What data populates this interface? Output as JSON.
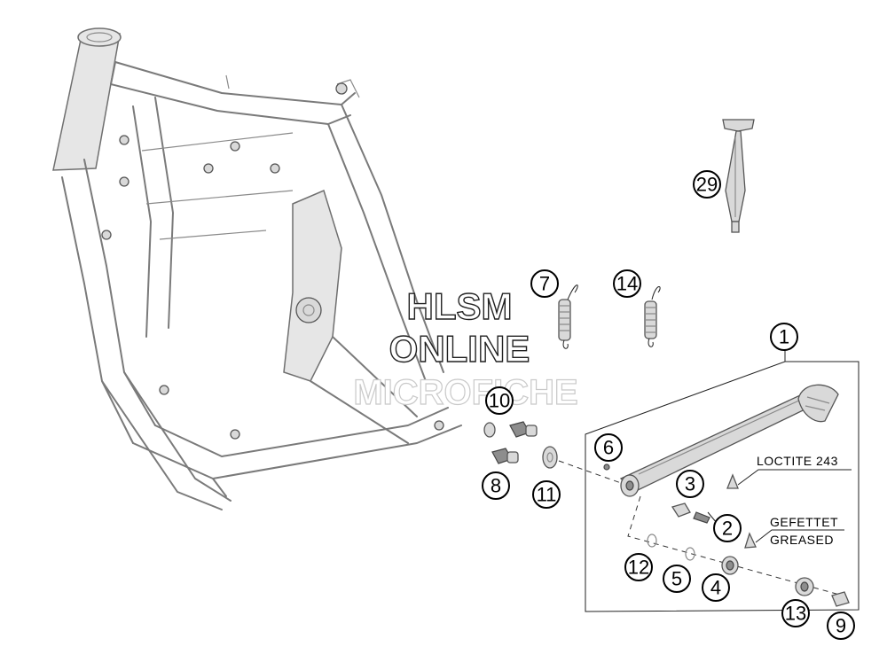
{
  "watermark": {
    "line1": "HLSM",
    "line2": "ONLINE",
    "line3": "MICROFICHE"
  },
  "notes": {
    "loctite": "LOCTITE 243",
    "greased_de": "GEFETTET",
    "greased_en": "GREASED"
  },
  "callouts": {
    "c1": "1",
    "c2": "2",
    "c3": "3",
    "c4": "4",
    "c5": "5",
    "c6": "6",
    "c7": "7",
    "c8": "8",
    "c9": "9",
    "c10": "10",
    "c11": "11",
    "c12": "12",
    "c13": "13",
    "c14": "14",
    "c29": "29"
  }
}
